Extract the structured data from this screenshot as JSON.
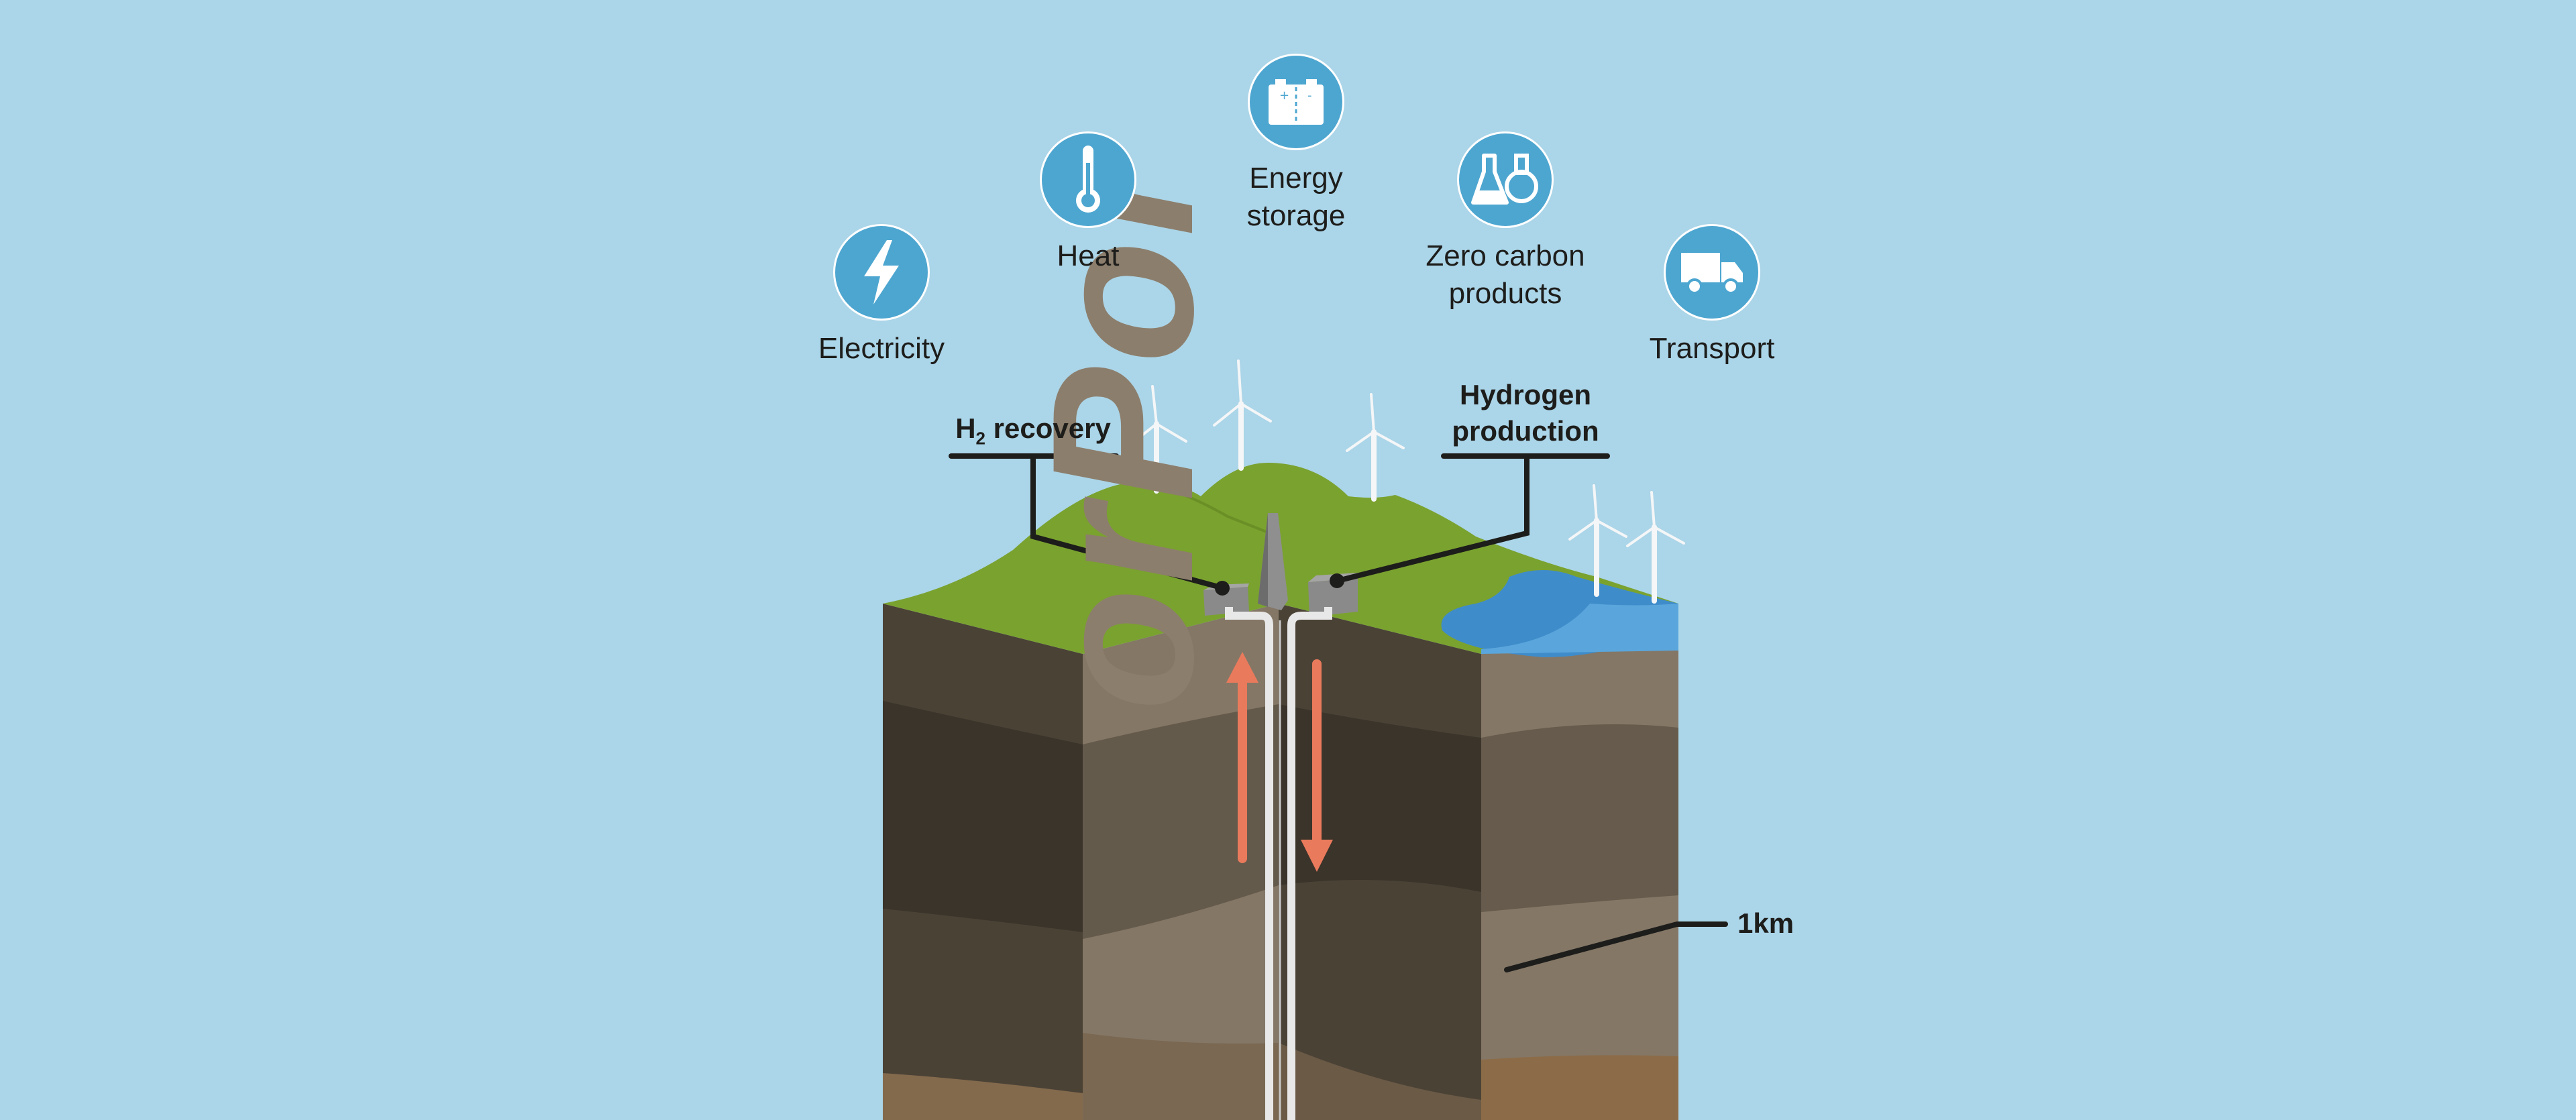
{
  "uses": [
    {
      "label": "Electricity",
      "icon": "lightning-bolt-icon"
    },
    {
      "label": "Heat",
      "icon": "thermometer-icon"
    },
    {
      "label": "Energy\nstorage",
      "icon": "battery-icon"
    },
    {
      "label": "Zero carbon\nproducts",
      "icon": "flask-icon"
    },
    {
      "label": "Transport",
      "icon": "truck-icon"
    }
  ],
  "callouts": {
    "h2_recovery_prefix": "H",
    "h2_recovery_sub": "2",
    "h2_recovery_suffix": " recovery",
    "hydrogen_production": "Hydrogen\nproduction",
    "depth": "1km"
  },
  "watermark": "orPor",
  "colors": {
    "sky": "#abd5e8",
    "icon_circle": "#4da6d0",
    "grass": "#7aa22f",
    "water": "#3f8ccb",
    "arrow": "#ea7a5c",
    "line": "#1d1d1b"
  }
}
